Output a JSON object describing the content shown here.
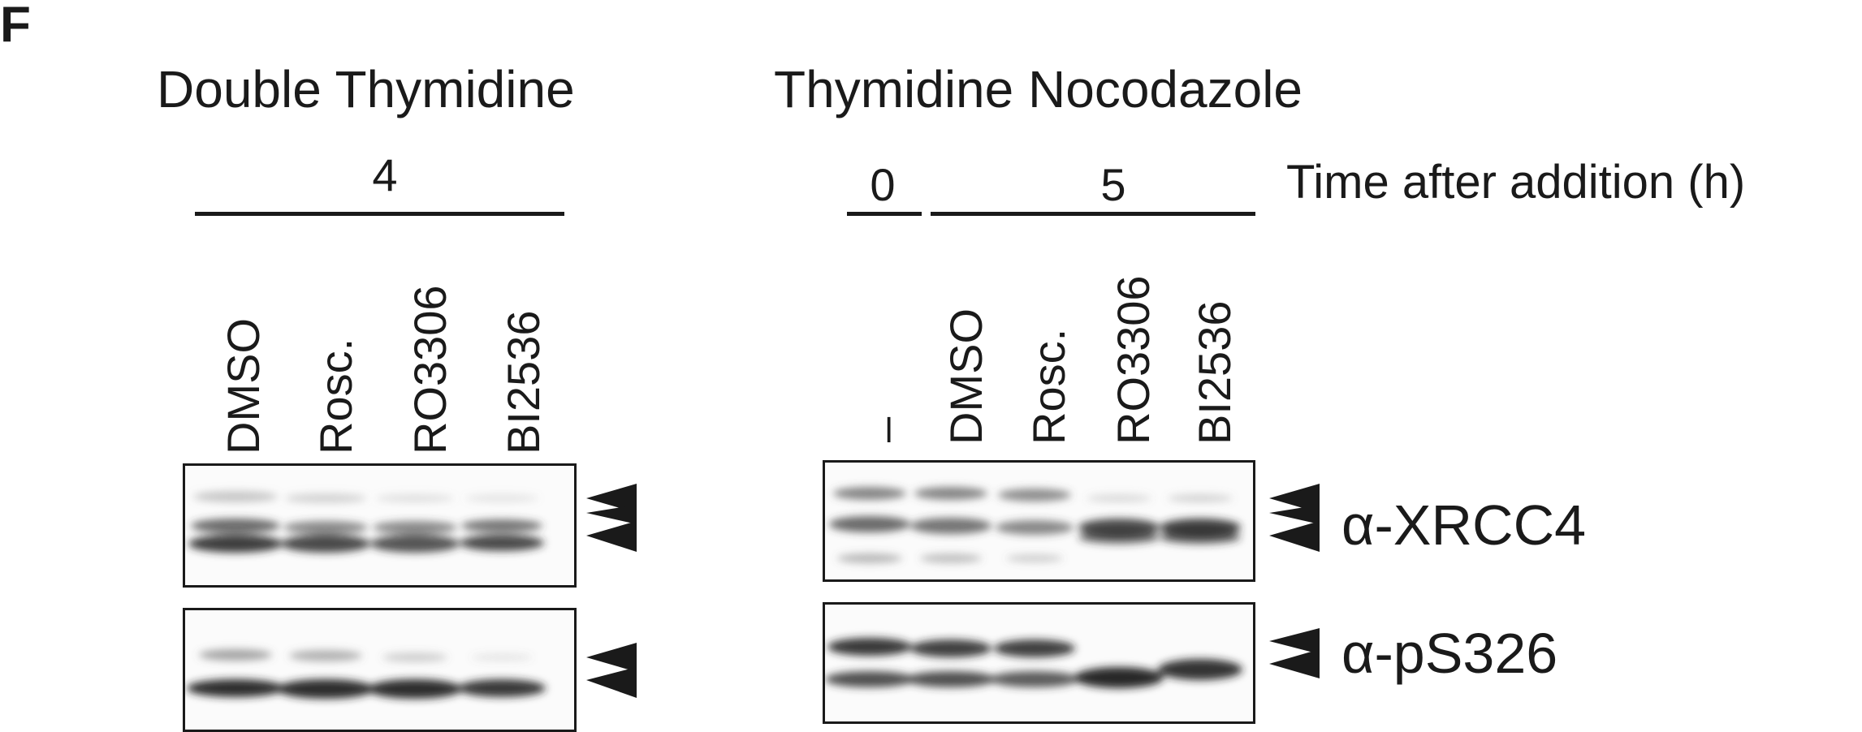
{
  "panel_label": "F",
  "left_panel": {
    "title": "Double Thymidine",
    "time_value": "4",
    "lanes": [
      "DMSO",
      "Rosc.",
      "RO3306",
      "BI2536"
    ]
  },
  "right_panel": {
    "title": "Thymidine Nocodazole",
    "time_values": [
      "0",
      "5"
    ],
    "time_axis_label": "Time after addition (h)",
    "lanes": [
      "–",
      "DMSO",
      "Rosc.",
      "RO3306",
      "BI2536"
    ]
  },
  "antibodies": [
    "α-XRCC4",
    "α-pS326"
  ],
  "colors": {
    "ink": "#1a1a1a",
    "band": "#3a3a3a",
    "blot_bg": "#fbfbfb"
  }
}
